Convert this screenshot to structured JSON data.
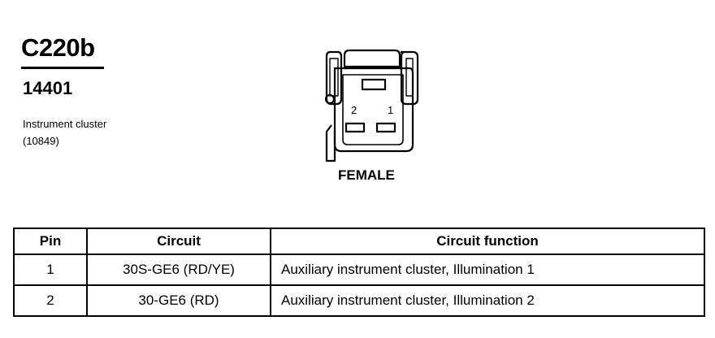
{
  "connector": {
    "id": "C220b",
    "part_number": "14401",
    "description_line1": "Instrument cluster",
    "description_line2": "(10849)",
    "gender": "FEMALE",
    "pin_labels": [
      "2",
      "1"
    ]
  },
  "table": {
    "headers": {
      "pin": "Pin",
      "circuit": "Circuit",
      "function": "Circuit function"
    },
    "rows": [
      {
        "pin": "1",
        "circuit": "30S-GE6 (RD/YE)",
        "function": "Auxiliary instrument cluster, Illumination 1"
      },
      {
        "pin": "2",
        "circuit": "30-GE6 (RD)",
        "function": "Auxiliary instrument cluster, Illumination 2"
      }
    ]
  }
}
